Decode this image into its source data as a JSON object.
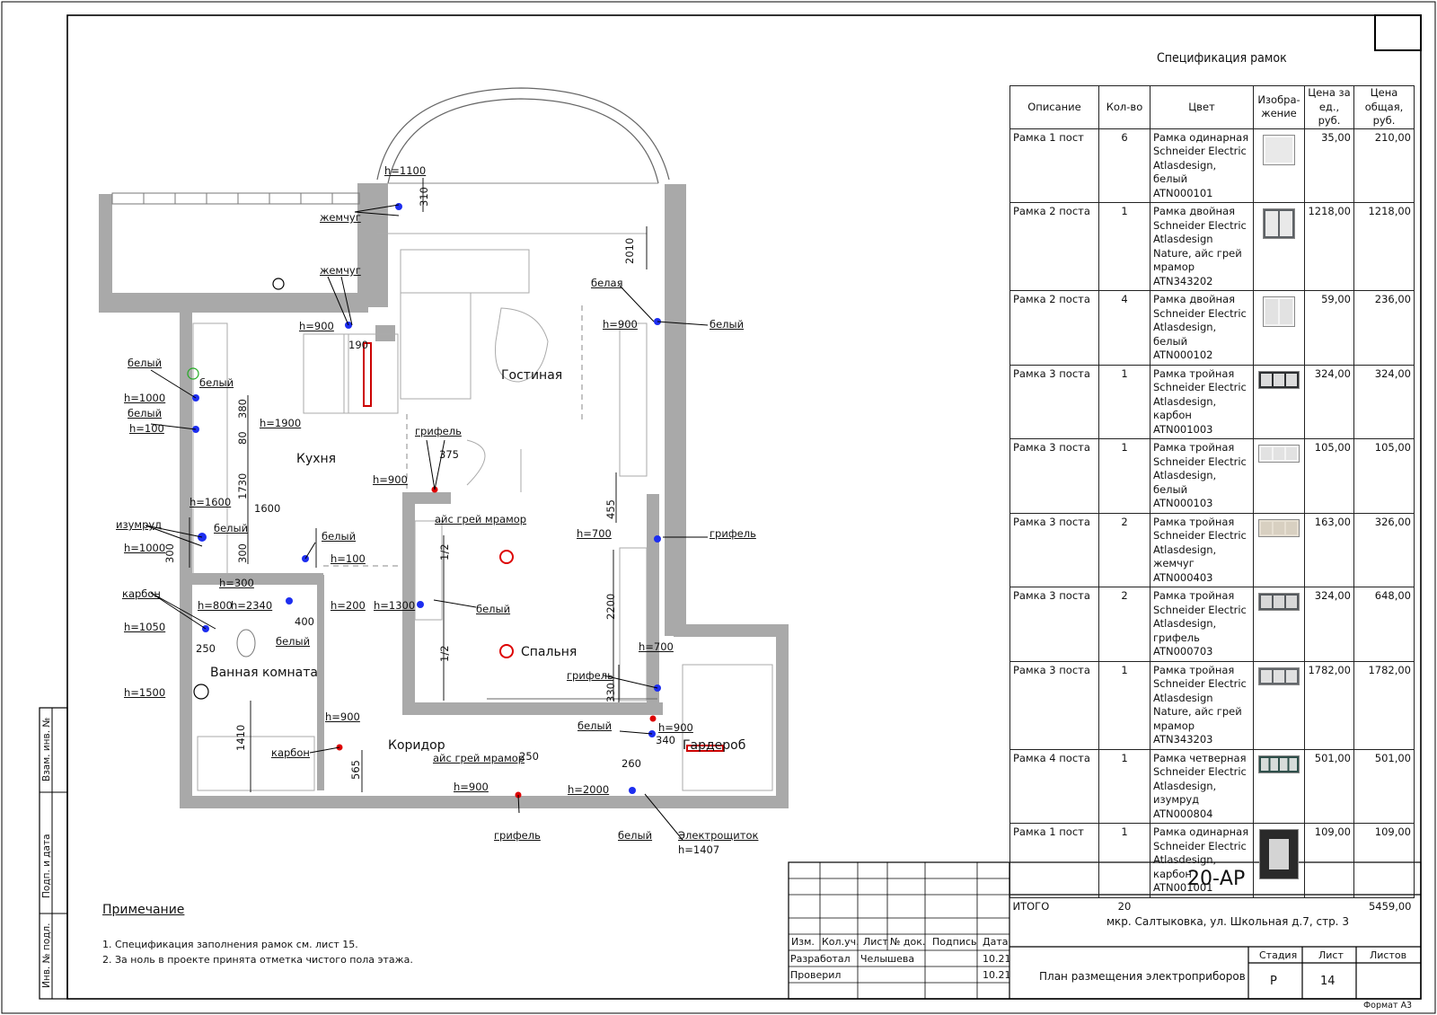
{
  "spec": {
    "title": "Спецификация рамок",
    "headers": [
      "Описание",
      "Кол-во",
      "Цвет",
      "Изобра-жение",
      "Цена за ед., руб.",
      "Цена общая, руб."
    ],
    "rows": [
      {
        "desc": "Рамка 1 пост",
        "qty": "6",
        "color": "Рамка одинарная Schneider Electric Atlasdesign, белый ATN000101",
        "price": "35,00",
        "total": "210,00",
        "thumb": {
          "slots": 1,
          "frame": "#ffffff",
          "inner": "#e9e9e9"
        }
      },
      {
        "desc": "Рамка 2 поста",
        "qty": "1",
        "color": "Рамка двойная Schneider Electric Atlasdesign Nature, айс грей мрамор ATN343202",
        "price": "1218,00",
        "total": "1218,00",
        "thumb": {
          "slots": 2,
          "frame": "#5d6165",
          "inner": "#e9e9e9"
        }
      },
      {
        "desc": "Рамка 2 поста",
        "qty": "4",
        "color": "Рамка двойная Schneider Electric Atlasdesign, белый ATN000102",
        "price": "59,00",
        "total": "236,00",
        "thumb": {
          "slots": 2,
          "frame": "#f4f4f4",
          "inner": "#e2e2e2"
        }
      },
      {
        "desc": "Рамка 3 поста",
        "qty": "1",
        "color": "Рамка тройная Schneider Electric Atlasdesign, карбон ATN001003",
        "price": "324,00",
        "total": "324,00",
        "thumb": {
          "slots": 3,
          "frame": "#2d2f31",
          "inner": "#dcdcdc"
        }
      },
      {
        "desc": "Рамка 3 поста",
        "qty": "1",
        "color": "Рамка тройная Schneider Electric Atlasdesign, белый ATN000103",
        "price": "105,00",
        "total": "105,00",
        "thumb": {
          "slots": 3,
          "frame": "#f4f4f4",
          "inner": "#e2e2e2"
        }
      },
      {
        "desc": "Рамка 3 поста",
        "qty": "2",
        "color": "Рамка тройная Schneider Electric Atlasdesign, жемчуг ATN000403",
        "price": "163,00",
        "total": "326,00",
        "thumb": {
          "slots": 3,
          "frame": "#e6dfd2",
          "inner": "#d8d0c1"
        }
      },
      {
        "desc": "Рамка 3 поста",
        "qty": "2",
        "color": "Рамка тройная Schneider Electric Atlasdesign, грифель ATN000703",
        "price": "324,00",
        "total": "648,00",
        "thumb": {
          "slots": 3,
          "frame": "#55595d",
          "inner": "#d8d8d8"
        }
      },
      {
        "desc": "Рамка 3 поста",
        "qty": "1",
        "color": "Рамка тройная Schneider Electric Atlasdesign Nature, айс грей мрамор ATN343203",
        "price": "1782,00",
        "total": "1782,00",
        "thumb": {
          "slots": 3,
          "frame": "#63676b",
          "inner": "#e0e0e0"
        }
      },
      {
        "desc": "Рамка 4 поста",
        "qty": "1",
        "color": "Рамка четверная Schneider Electric Atlasdesign, изумруд ATN000804",
        "price": "501,00",
        "total": "501,00",
        "thumb": {
          "slots": 4,
          "frame": "#2e4f4a",
          "inner": "#d7dcda"
        }
      },
      {
        "desc": "Рамка 1 пост",
        "qty": "1",
        "color": "Рамка одинарная Schneider Electric Atlasdesign, карбон ATN001001",
        "price": "109,00",
        "total": "109,00",
        "thumb": {
          "slots": 1,
          "frame": "#2a2a2a",
          "inner": "#d4d4d4",
          "big": true
        }
      }
    ],
    "total_label": "ИТОГО",
    "total_qty": "20",
    "total_sum": "5459,00"
  },
  "rooms": {
    "living": "Гостиная",
    "kitchen": "Кухня",
    "bedroom": "Спальня",
    "bathroom": "Ванная комната",
    "corridor": "Коридор",
    "wardrobe": "Гардероб"
  },
  "labels": {
    "l1": "h=1100",
    "l2": "жемчуг",
    "l3": "жемчуг",
    "l4": "h=900",
    "l5": "190",
    "l6": "белая",
    "l7": "h=900",
    "l8": "белый",
    "l9": "белый",
    "l10": "белый",
    "l11": "h=1000",
    "l12": "белый",
    "l13": "h=100",
    "l14": "h=1900",
    "l15": "грифель",
    "l16": "375",
    "l17": "h=900",
    "l18": "айс грей мрамор",
    "l19": "h=1600",
    "l20": "1600",
    "l21": "изумруд",
    "l22": "белый",
    "l23": "h=1000",
    "l24": "белый",
    "l25": "h=100",
    "l26": "h=300",
    "l27": "h=700",
    "l28": "грифель",
    "l29": "карбон",
    "l30": "h=800",
    "l31": "h=2340",
    "l32": "h=200",
    "l33": "h=1050",
    "l34": "400",
    "l35": "белый",
    "l36": "250",
    "l37": "h=1300",
    "l38": "белый",
    "l39": "h=700",
    "l40": "грифель",
    "l41": "h=1500",
    "l42": "h=900",
    "l43": "белый",
    "l44": "h=900",
    "l45": "340",
    "l46": "карбон",
    "l47": "айс грей мрамор",
    "l48": "250",
    "l49": "260",
    "l50": "h=900",
    "l51": "h=2000",
    "l52": "грифель",
    "l53": "белый",
    "l54": "Электрощиток",
    "l55": "h=1407",
    "d1": "310",
    "d2": "2010",
    "d3": "380",
    "d4": "80",
    "d5": "1730",
    "d6": "300",
    "d7": "300",
    "d8": "455",
    "d9": "1/2",
    "d10": "1/2",
    "d11": "2200",
    "d12": "330",
    "d13": "1410",
    "d14": "565"
  },
  "notes": {
    "heading": "Примечание",
    "items": [
      "1.  Спецификация заполнения рамок см. лист 15.",
      "2.  За ноль в проекте принята отметка чистого пола этажа."
    ]
  },
  "stamp": {
    "code": "20-АР",
    "address": "мкр. Салтыковка, ул. Школьная д.7, стр. 3",
    "headers": [
      "Изм.",
      "Кол.уч.",
      "Лист",
      "№ док.",
      "Подпись",
      "Дата"
    ],
    "dev_role": "Разработал",
    "dev_name": "Челышева",
    "dev_date": "10.21",
    "chk_role": "Проверил",
    "chk_date": "10.21",
    "drawing": "План размещения электроприборов",
    "stage_h": "Стадия",
    "sheet_h": "Лист",
    "sheets_h": "Листов",
    "stage": "Р",
    "sheet": "14",
    "format": "Формат А3"
  },
  "side": {
    "s1": "Взам. инв. №",
    "s2": "Подп. и дата",
    "s3": "Инв. № подл."
  }
}
